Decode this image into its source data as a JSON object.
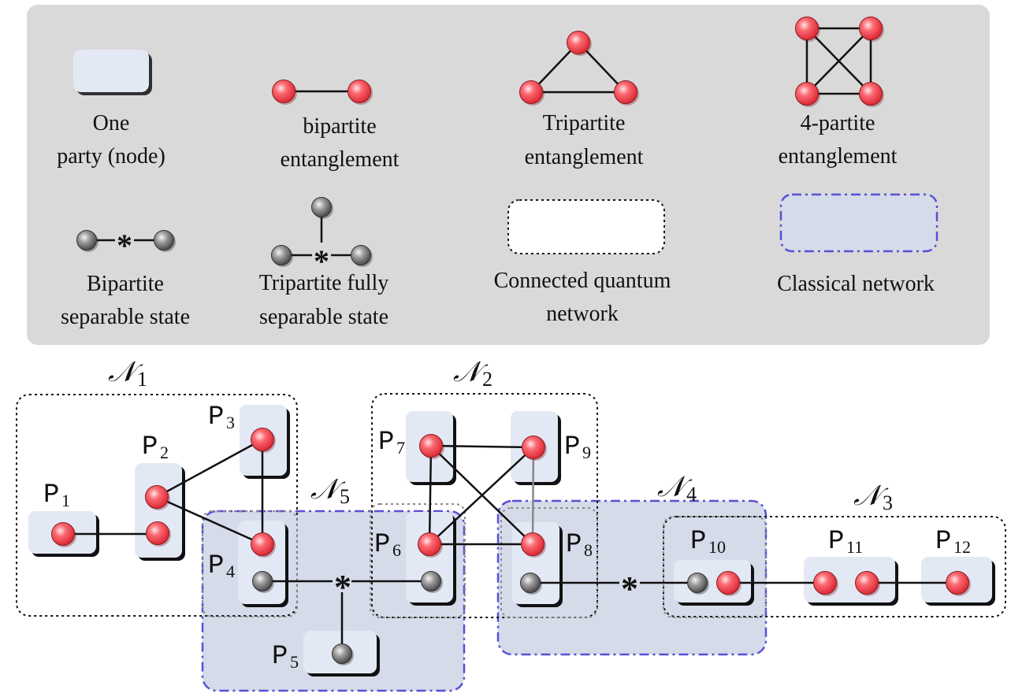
{
  "legend": {
    "one_party_line1": "One",
    "one_party_line2": "party (node)",
    "bipartite_line1": "bipartite",
    "bipartite_line2": "entanglement",
    "tripartite_line1": "Tripartite",
    "tripartite_line2": "entanglement",
    "fourpartite_line1": "4-partite",
    "fourpartite_line2": "entanglement",
    "bisep_line1": "Bipartite",
    "bisep_line2": "separable state",
    "trisep_line1": "Tripartite fully",
    "trisep_line2": "separable state",
    "connected_line1": "Connected quantum",
    "connected_line2": "network",
    "classical_line1": "Classical network",
    "separable_symbol": "*"
  },
  "networks": {
    "n1": {
      "script": "𝒩",
      "sub": "1"
    },
    "n2": {
      "script": "𝒩",
      "sub": "2"
    },
    "n3": {
      "script": "𝒩",
      "sub": "3"
    },
    "n4": {
      "script": "𝒩",
      "sub": "4"
    },
    "n5": {
      "script": "𝒩",
      "sub": "5"
    }
  },
  "parties": {
    "p1": {
      "letter": "P",
      "sub": "1"
    },
    "p2": {
      "letter": "P",
      "sub": "2"
    },
    "p3": {
      "letter": "P",
      "sub": "3"
    },
    "p4": {
      "letter": "P",
      "sub": "4"
    },
    "p5": {
      "letter": "P",
      "sub": "5"
    },
    "p6": {
      "letter": "P",
      "sub": "6"
    },
    "p7": {
      "letter": "P",
      "sub": "7"
    },
    "p8": {
      "letter": "P",
      "sub": "8"
    },
    "p9": {
      "letter": "P",
      "sub": "9"
    },
    "p10": {
      "letter": "P",
      "sub": "10"
    },
    "p11": {
      "letter": "P",
      "sub": "11"
    },
    "p12": {
      "letter": "P",
      "sub": "12"
    }
  },
  "colors": {
    "legend_bg": "#d9d9d9",
    "node_box": "#e3e9f4",
    "entangled_qubit": "#f0404a",
    "separable_qubit": "#6f6f6f",
    "classical_region": "#d5dbe9",
    "classical_border": "#5a4fd6",
    "connected_border": "#111111"
  }
}
